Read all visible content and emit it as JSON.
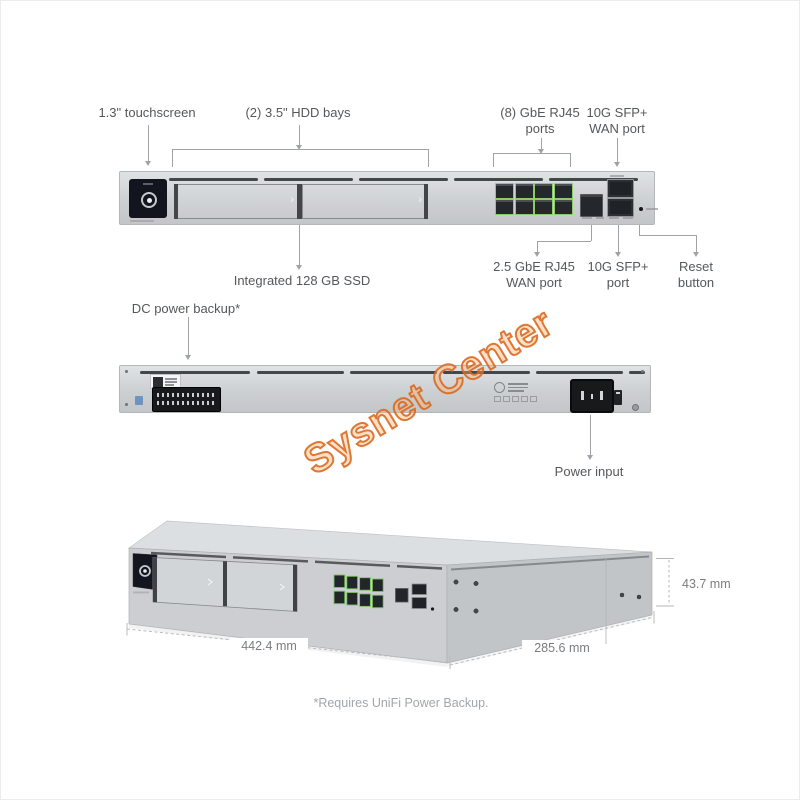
{
  "front_view": {
    "callout_touchscreen": "1.3\" touchscreen",
    "callout_hdd_bays": "(2) 3.5\" HDD bays",
    "callout_rj45_ports": "(8) GbE RJ45 ports",
    "callout_sfp_wan": "10G SFP+ WAN port",
    "callout_ssd": "Integrated 128 GB SSD",
    "callout_wan_rj45": "2.5 GbE RJ45 WAN port",
    "callout_sfp_port": "10G SFP+ port",
    "callout_reset": "Reset button"
  },
  "rear_view": {
    "callout_dc_backup": "DC power backup*",
    "callout_power_input": "Power input"
  },
  "dimensions": {
    "width": "442.4 mm",
    "depth": "285.6 mm",
    "height": "43.7 mm"
  },
  "watermark": {
    "text": "Sysnet Center",
    "color": "rgba(217,102,30,0.88)"
  },
  "footer": {
    "note": "*Requires UniFi Power Backup."
  },
  "icons": {
    "tray_chevron": "›"
  },
  "colors": {
    "port_highlight_green": "#8ccb6a",
    "chassis_gray": "#ced1d3",
    "label_text": "#55585b",
    "watermark_orange": "#de6a1e"
  }
}
